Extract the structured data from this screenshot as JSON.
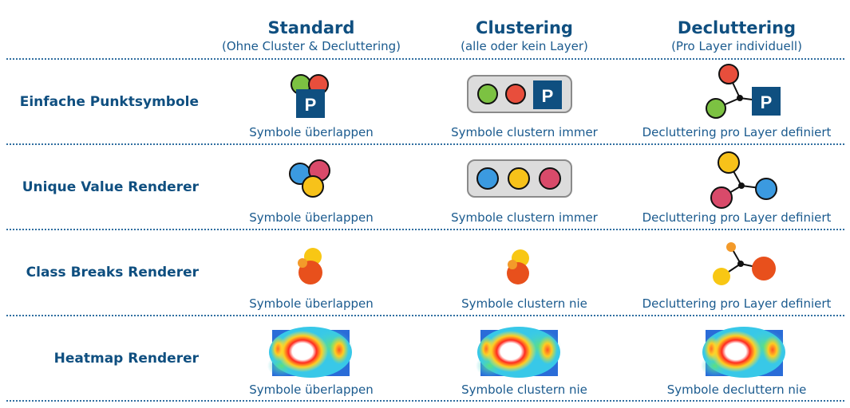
{
  "columns": [
    {
      "title": "Standard",
      "subtitle": "(Ohne Cluster & Decluttering)"
    },
    {
      "title": "Clustering",
      "subtitle": "(alle oder kein Layer)"
    },
    {
      "title": "Decluttering",
      "subtitle": "(Pro Layer individuell)"
    }
  ],
  "rows": [
    {
      "label": "Einfache Punktsymbole",
      "captions": [
        "Symbole überlappen",
        "Symbole clustern immer",
        "Decluttering pro Layer definiert"
      ]
    },
    {
      "label": "Unique Value Renderer",
      "captions": [
        "Symbole überlappen",
        "Symbole clustern immer",
        "Decluttering pro Layer definiert"
      ]
    },
    {
      "label": "Class Breaks Renderer",
      "captions": [
        "Symbole überlappen",
        "Symbole clustern nie",
        "Decluttering pro Layer definiert"
      ]
    },
    {
      "label": "Heatmap Renderer",
      "captions": [
        "Symbole überlappen",
        "Symbole clustern nie",
        "Symbole decluttern nie"
      ]
    }
  ],
  "parking_letter": "P",
  "colors": {
    "header_blue": "#0f4f80",
    "text_blue": "#1a5a8e",
    "green": "#7cc242",
    "red": "#e84e3c",
    "parking": "#0f4f80",
    "blue": "#3b9ae0",
    "yellow": "#f7c21a",
    "crimson": "#d94a6a",
    "orange_red": "#e8501c",
    "orange": "#f39a2a",
    "sun_yellow": "#f8c714"
  }
}
